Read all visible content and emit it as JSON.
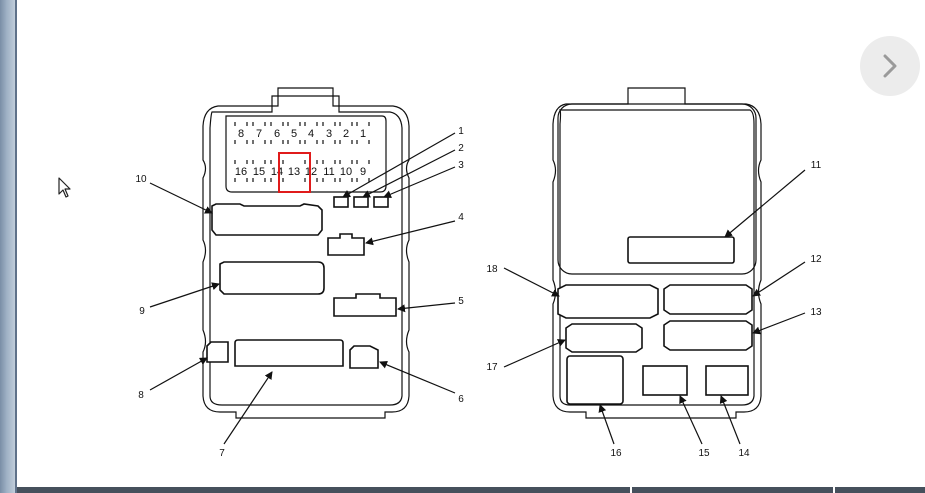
{
  "viewer": {
    "next_icon": "chevron-right-icon",
    "cursor_icon": "arrow-pointer-icon",
    "colors": {
      "highlight": "#e01b1b",
      "line": "#111111",
      "button_bg": "#ececec"
    }
  },
  "left_box": {
    "fuse_top_row": [
      "8",
      "7",
      "6",
      "5",
      "4",
      "3",
      "2",
      "1"
    ],
    "fuse_bottom_row": [
      "16",
      "15",
      "14",
      "13",
      "12",
      "11",
      "10",
      "9"
    ],
    "highlighted_fuse": "13",
    "callouts": [
      "1",
      "2",
      "3",
      "4",
      "5",
      "6",
      "7",
      "8",
      "9",
      "10"
    ]
  },
  "right_box": {
    "callouts": [
      "11",
      "12",
      "13",
      "14",
      "15",
      "16",
      "17",
      "18"
    ]
  }
}
